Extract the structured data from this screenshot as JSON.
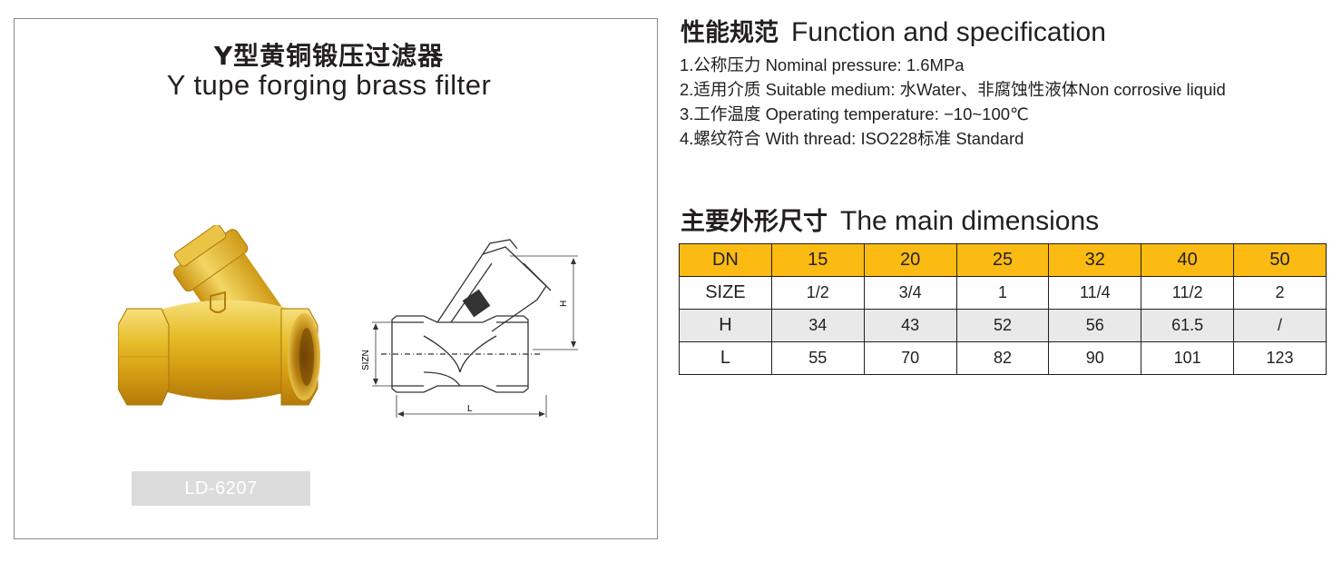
{
  "product": {
    "title_cn": "Y型黄铜锻压过滤器",
    "title_en": "Y tupe forging brass filter",
    "model": "LD-6207",
    "drawing_labels": {
      "height": "H",
      "size": "SIZN",
      "length": "L"
    }
  },
  "specs": {
    "heading_cn": "性能规范",
    "heading_en": "Function and specification",
    "items": [
      "1.公称压力 Nominal pressure: 1.6MPa",
      "2.适用介质 Suitable medium: 水Water、非腐蚀性液体Non corrosive liquid",
      "3.工作温度 Operating temperature: −10~100℃",
      "4.螺纹符合 With thread: ISO228标准 Standard"
    ]
  },
  "dimensions": {
    "heading_cn": "主要外形尺寸",
    "heading_en": "The main dimensions",
    "header": [
      "DN",
      "15",
      "20",
      "25",
      "32",
      "40",
      "50"
    ],
    "rows": [
      [
        "SIZE",
        "1/2",
        "3/4",
        "1",
        "11/4",
        "11/2",
        "2"
      ],
      [
        "H",
        "34",
        "43",
        "52",
        "56",
        "61.5",
        "/"
      ],
      [
        "L",
        "55",
        "70",
        "82",
        "90",
        "101",
        "123"
      ]
    ]
  },
  "colors": {
    "table_header": "#fbbb12",
    "shaded_row": "#e9e9e9",
    "brass": "#e0b020",
    "badge": "#dcdcdc"
  }
}
